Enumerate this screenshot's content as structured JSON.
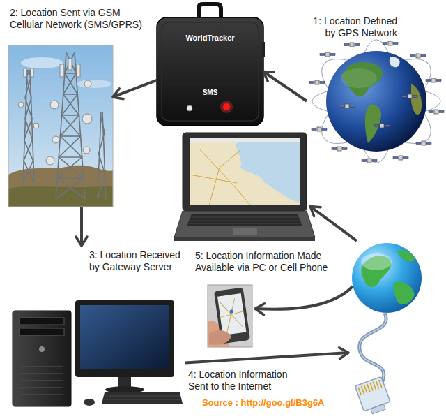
{
  "diagram": {
    "nodes": [
      {
        "text": [
          "1: Location Defined by GPS Network"
        ]
      },
      {
        "text": [
          "WorldTracker",
          "SMS"
        ]
      },
      {
        "text": [
          "2: Location Sent via GSM Cellular Network (SMS/GPRS)"
        ]
      },
      {
        "text": [
          "3: Location Received by Gateway Server"
        ]
      },
      {
        "text": [
          "4: Location Information Sent to the Internet"
        ]
      },
      {
        "text": [
          "5: Location Information Made Available via PC or Cell Phone"
        ]
      }
    ],
    "edges": [
      {
        "from": 0,
        "to": 1,
        "arrow": "to"
      },
      {
        "from": 1,
        "to": 2,
        "arrow": "to"
      },
      {
        "from": 2,
        "to": 3,
        "arrow": "to"
      },
      {
        "from": 3,
        "to": 4,
        "arrow": "to"
      },
      {
        "from": 4,
        "to": 5,
        "arrow": "to"
      }
    ],
    "labels": [
      "Source : http://goo.gl/B3g6A"
    ]
  }
}
